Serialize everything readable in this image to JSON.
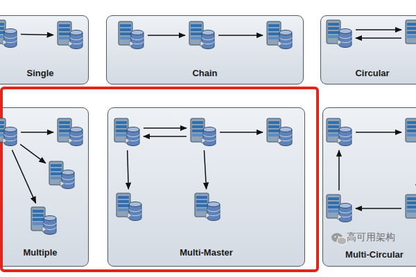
{
  "diagram": {
    "nodes": [
      {
        "text": [
          "Single"
        ]
      },
      {
        "text": [],
        "in": 0
      },
      {
        "text": [],
        "in": 0
      },
      {
        "text": [
          "Chain"
        ]
      },
      {
        "text": [],
        "in": 3
      },
      {
        "text": [],
        "in": 3
      },
      {
        "text": [],
        "in": 3
      },
      {
        "text": [
          "Circular"
        ]
      },
      {
        "text": [],
        "in": 7
      },
      {
        "text": [],
        "in": 7
      },
      {
        "text": [
          "Multiple"
        ]
      },
      {
        "text": [],
        "in": 10
      },
      {
        "text": [],
        "in": 10
      },
      {
        "text": [],
        "in": 10
      },
      {
        "text": [],
        "in": 10
      },
      {
        "text": [
          "Multi-Master"
        ]
      },
      {
        "text": [],
        "in": 15
      },
      {
        "text": [],
        "in": 15
      },
      {
        "text": [],
        "in": 15
      },
      {
        "text": [],
        "in": 15
      },
      {
        "text": [],
        "in": 15
      },
      {
        "text": [
          "Multi-Circular"
        ]
      },
      {
        "text": [],
        "in": 21
      },
      {
        "text": [],
        "in": 21
      },
      {
        "text": [],
        "in": 21
      },
      {
        "text": [],
        "in": 21
      }
    ],
    "edges": [
      {
        "from": 1,
        "to": 2,
        "arrow": "to"
      },
      {
        "from": 4,
        "to": 5,
        "arrow": "to"
      },
      {
        "from": 5,
        "to": 6,
        "arrow": "to"
      },
      {
        "from": 8,
        "to": 9,
        "arrow": "to"
      },
      {
        "from": 9,
        "to": 8,
        "arrow": "to"
      },
      {
        "from": 11,
        "to": 12,
        "arrow": "to"
      },
      {
        "from": 11,
        "to": 13,
        "arrow": "to"
      },
      {
        "from": 11,
        "to": 14,
        "arrow": "to"
      },
      {
        "from": 16,
        "to": 17,
        "arrow": "to"
      },
      {
        "from": 17,
        "to": 16,
        "arrow": "to"
      },
      {
        "from": 17,
        "to": 18,
        "arrow": "to"
      },
      {
        "from": 16,
        "to": 19,
        "arrow": "to"
      },
      {
        "from": 17,
        "to": 20,
        "arrow": "to"
      },
      {
        "from": 22,
        "to": 23,
        "arrow": "to"
      },
      {
        "from": 23,
        "to": 24,
        "arrow": "to"
      },
      {
        "from": 24,
        "to": 25,
        "arrow": "to"
      },
      {
        "from": 25,
        "to": 22,
        "arrow": "to"
      }
    ],
    "labels": [
      "高可用架构"
    ]
  }
}
